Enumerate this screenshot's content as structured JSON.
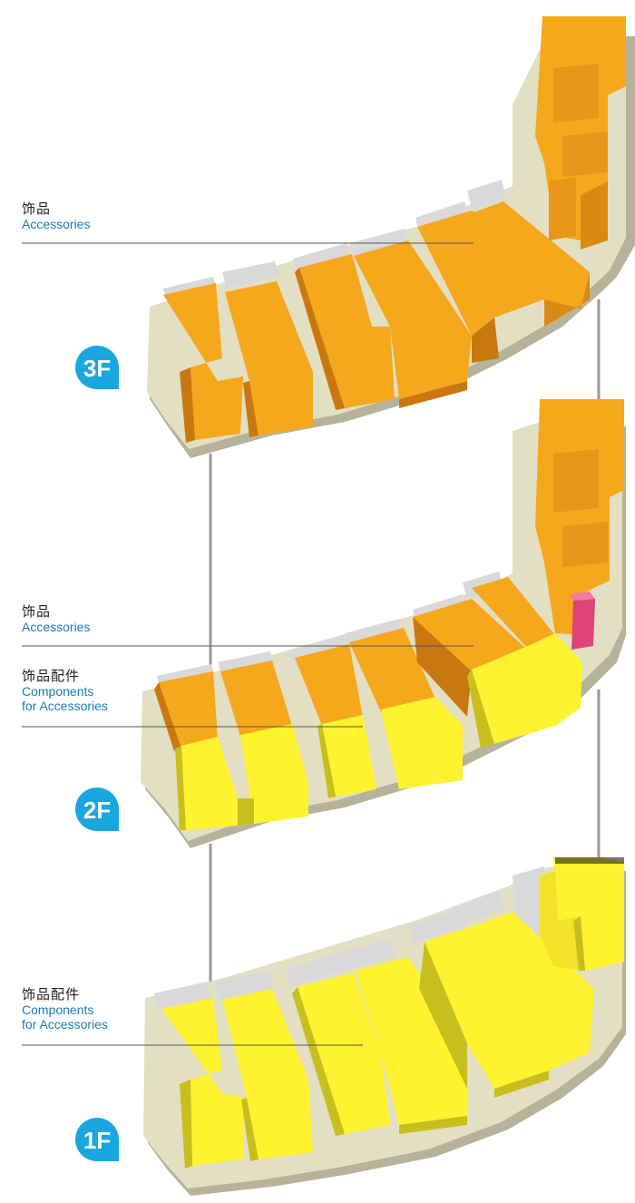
{
  "floors": [
    {
      "id": "3F",
      "badge": "3F",
      "zone_color": "#f5a81c",
      "labels": [
        {
          "cn": "饰品",
          "en": [
            "Accessories"
          ]
        }
      ]
    },
    {
      "id": "2F",
      "badge": "2F",
      "zone_color": "#fce839",
      "labels": [
        {
          "cn": "饰品",
          "en": [
            "Accessories"
          ]
        },
        {
          "cn": "饰品配件",
          "en": [
            "Components",
            "for Accessories"
          ]
        }
      ]
    },
    {
      "id": "1F",
      "badge": "1F",
      "zone_color": "#fff22e",
      "labels": [
        {
          "cn": "饰品配件",
          "en": [
            "Components",
            "for Accessories"
          ]
        }
      ]
    }
  ],
  "colors": {
    "floor_plate": "#e2dfc3",
    "floor_edge": "#b7b39a",
    "accessories": "#f5a81c",
    "components": "#fff22e",
    "highlight": "#e0427a",
    "gray_block": "#d9d9db",
    "badge": "#1aa7df"
  }
}
